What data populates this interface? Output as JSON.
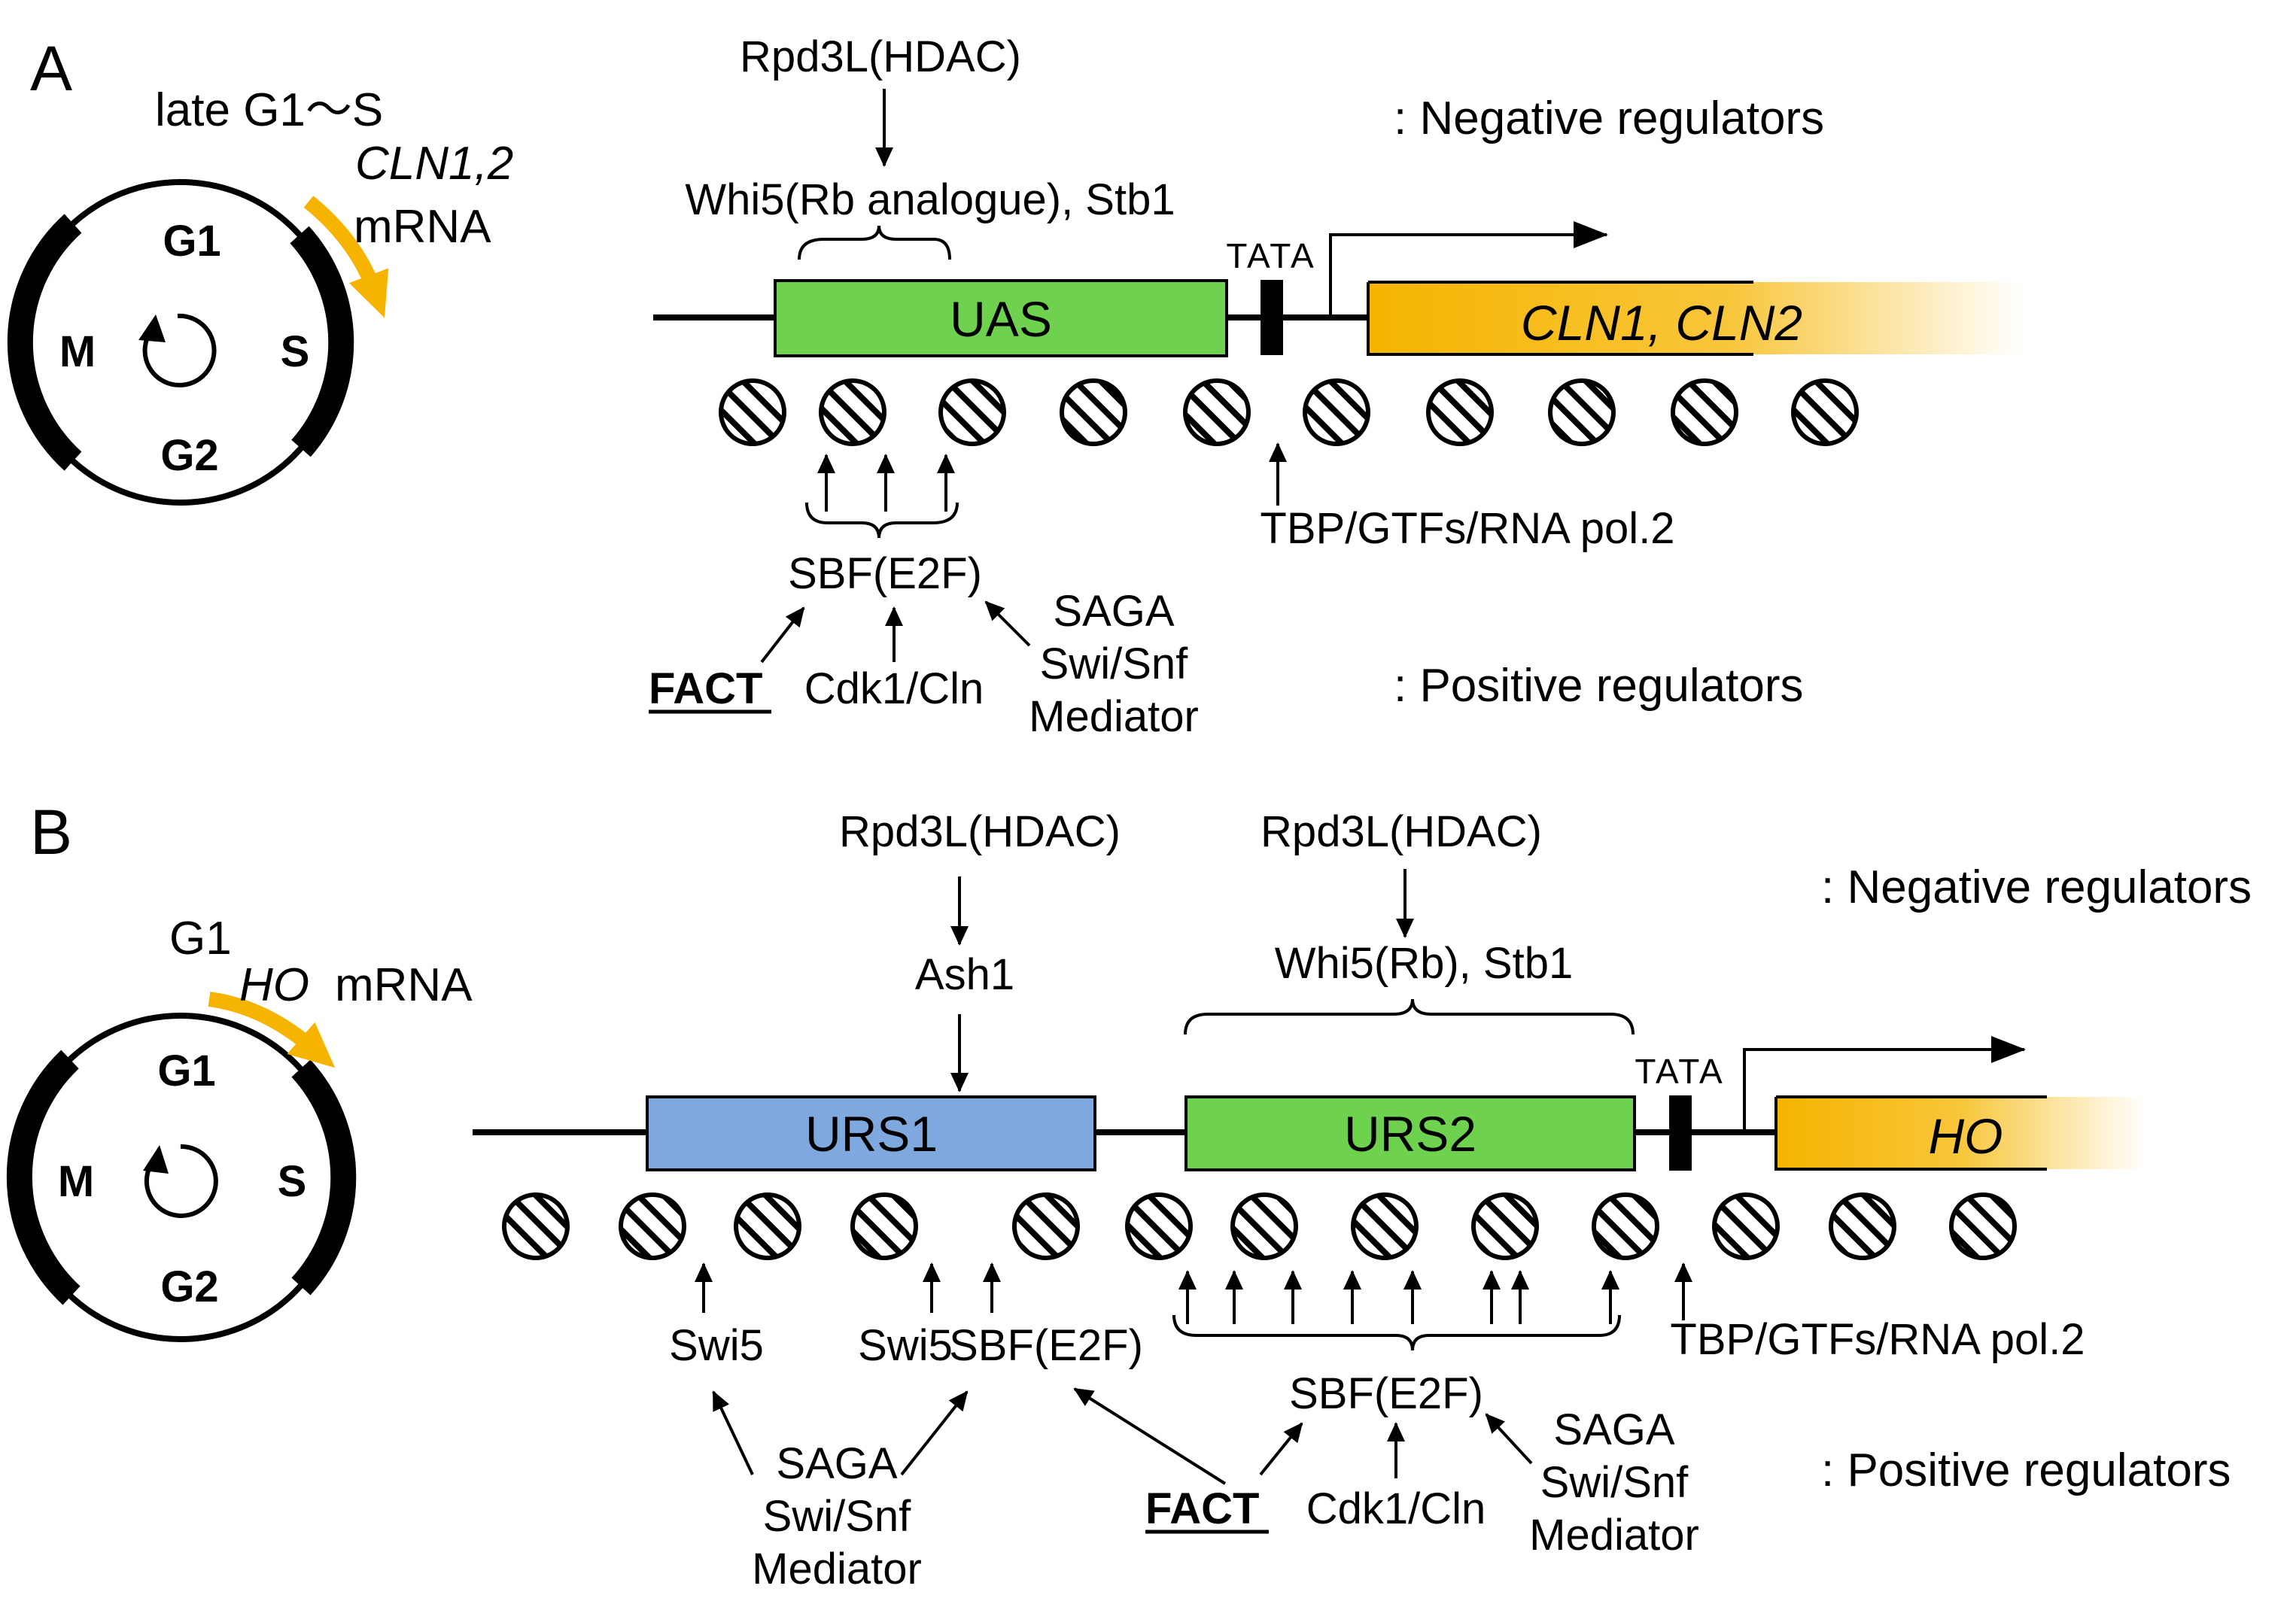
{
  "panelA": {
    "letter": "A",
    "cycle": {
      "time": "late G1～S",
      "mrna_gene": "CLN1,2",
      "mrna_word": "mRNA",
      "phases": [
        "G1",
        "S",
        "G2",
        "M"
      ]
    },
    "hdac": "Rpd3L(HDAC)",
    "repressors": "Whi5(Rb analogue), Stb1",
    "neg_label": ": Negative regulators",
    "pos_label": ": Positive regulators",
    "uas": "UAS",
    "tata": "TATA",
    "gene": "CLN1, CLN2",
    "tbp": "TBP/GTFs/RNA pol.2",
    "sbf": "SBF(E2F)",
    "fact": "FACT",
    "cdk": "Cdk1/Cln",
    "coact": [
      "SAGA",
      "Swi/Snf",
      "Mediator"
    ]
  },
  "panelB": {
    "letter": "B",
    "cycle": {
      "time": "G1",
      "mrna_gene": "HO",
      "mrna_word": "mRNA",
      "phases": [
        "G1",
        "S",
        "G2",
        "M"
      ]
    },
    "hdac1": "Rpd3L(HDAC)",
    "ash1": "Ash1",
    "hdac2": "Rpd3L(HDAC)",
    "repressors": "Whi5(Rb), Stb1",
    "neg_label": ": Negative regulators",
    "pos_label": ": Positive regulators",
    "urs1": "URS1",
    "urs2": "URS2",
    "tata": "TATA",
    "gene": "HO",
    "tbp": "TBP/GTFs/RNA pol.2",
    "swi5_a": "Swi5",
    "swi5_b": "Swi5",
    "sbf_left": "SBF(E2F)",
    "sbf": "SBF(E2F)",
    "fact": "FACT",
    "cdk": "Cdk1/Cln",
    "coact_left": [
      "SAGA",
      "Swi/Snf",
      "Mediator"
    ],
    "coact_right": [
      "SAGA",
      "Swi/Snf",
      "Mediator"
    ]
  },
  "colors": {
    "uas_green": "#6fd24f",
    "urs1_blue": "#7fa8de",
    "gene_orange": "#f6b400",
    "cycle_arrow": "#f6b400"
  }
}
